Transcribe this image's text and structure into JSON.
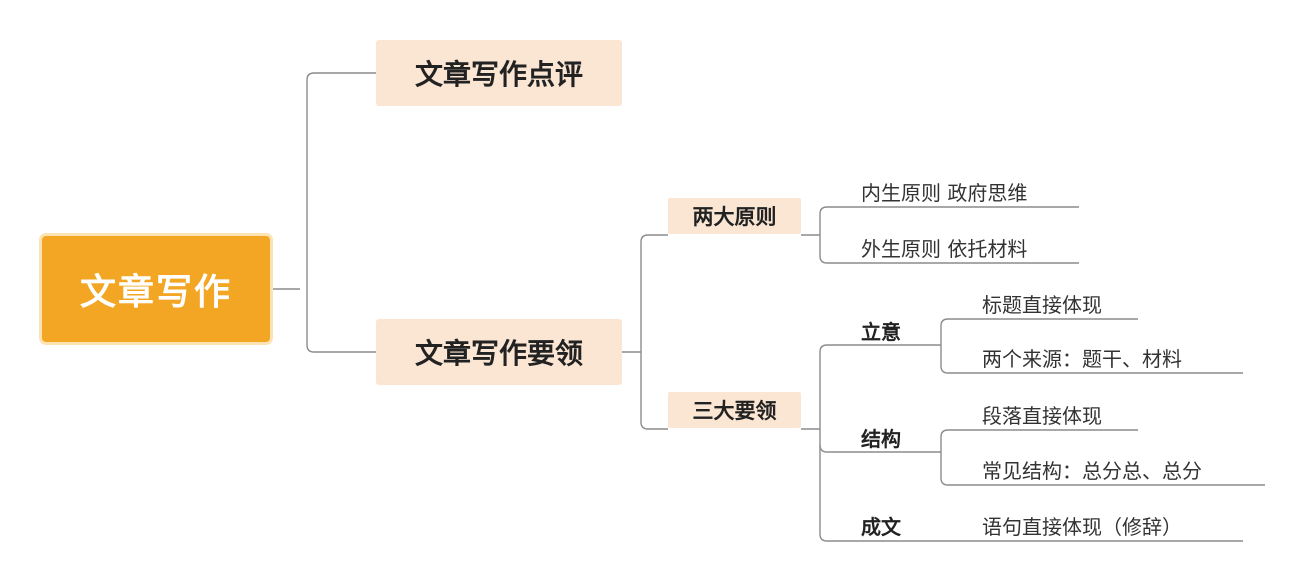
{
  "root": {
    "label": "文章写作"
  },
  "branches": [
    {
      "label": "文章写作点评"
    },
    {
      "label": "文章写作要领",
      "children": [
        {
          "label": "两大原则",
          "items": [
            "内生原则 政府思维",
            "外生原则 依托材料"
          ]
        },
        {
          "label": "三大要领",
          "children": [
            {
              "label": "立意",
              "items": [
                "标题直接体现",
                "两个来源：题干、材料"
              ]
            },
            {
              "label": "结构",
              "items": [
                "段落直接体现",
                "常见结构：总分总、总分"
              ]
            },
            {
              "label": "成文",
              "items": [
                "语句直接体现（修辞）"
              ]
            }
          ]
        }
      ]
    }
  ]
}
